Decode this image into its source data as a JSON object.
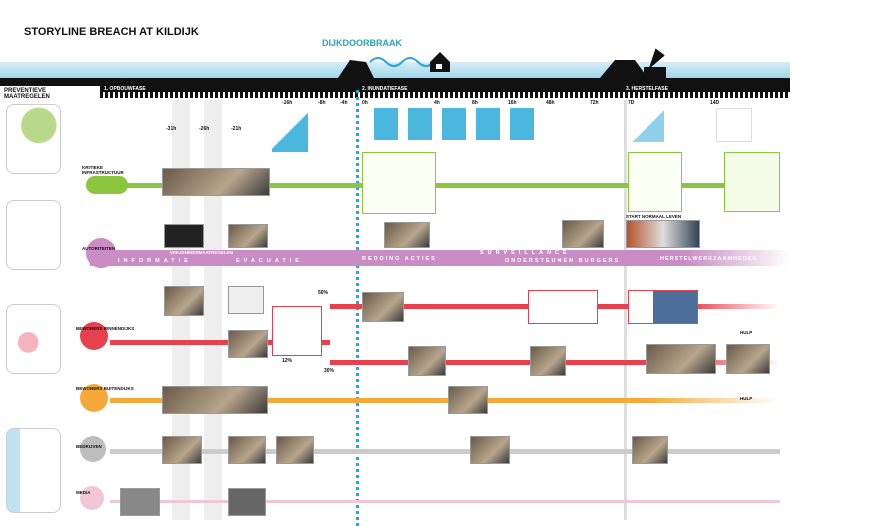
{
  "title": "STORYLINE BREACH AT KILDIJK",
  "breach_label": "DIJKDOORBRAAK",
  "preventive_title": "PREVENTIEVE MAATREGELEN",
  "phases": [
    "1. OPBOUWFASE",
    "2. INUNDATIEFASE",
    "3. HERSTELFASE"
  ],
  "times": [
    "-16h",
    "-8h",
    "-4h",
    "0h",
    "4h",
    "8h",
    "16h",
    "48h",
    "72h",
    "7D",
    "14D"
  ],
  "pre_times": [
    "-31h",
    "-26h",
    "-21h"
  ],
  "rows": [
    "KRITIEKE INFRASTRUCTUUR",
    "AUTORITEITEN",
    "BEWONERS BINNENDIJKS",
    "BEWONERS BUITENDIJKS",
    "BEDRIJVEN",
    "MEDIA"
  ],
  "bands": {
    "top": [
      "VEILIGHEIDSMAATREGELEN",
      "SURVEILLANCE"
    ],
    "main": [
      "INFORMATIE",
      "EVACUATIE",
      "REDDING ACTIES",
      "ONDERSTEUNEN BURGERS",
      "HERSTELWERKZAAMHEDEN"
    ]
  },
  "annotations": {
    "normal_life": "START NORMAAL LEVEN",
    "help": "HULP",
    "help2": "HULP",
    "p1": "50%",
    "p2": "12%",
    "p3": "30%"
  },
  "colors": {
    "green": "#8cc63f",
    "purple": "#c98cc4",
    "red": "#e8414e",
    "orange": "#f4a93a",
    "gray": "#bdbdbd",
    "pink": "#f3c6d6",
    "blue": "#2aa3d8"
  }
}
